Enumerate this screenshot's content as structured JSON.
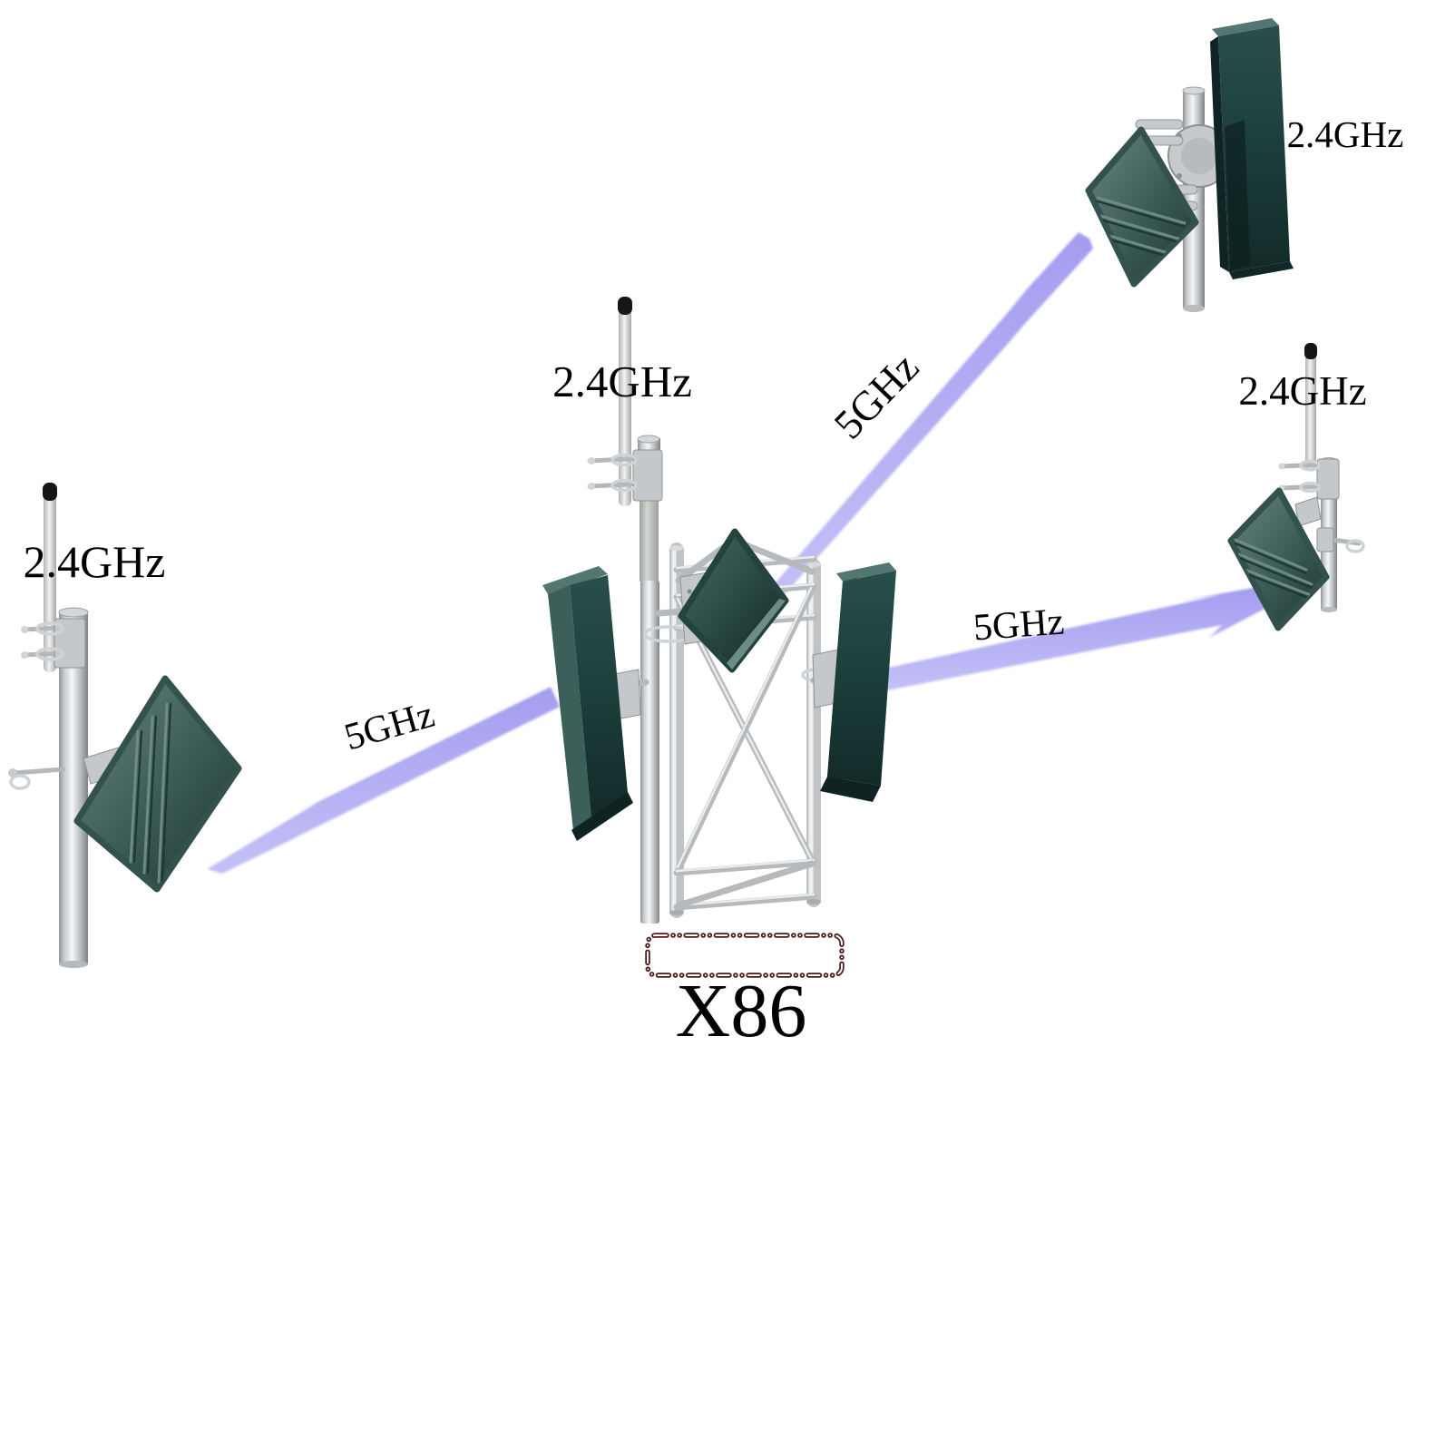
{
  "diagram": {
    "type": "wireless-network-topology",
    "colors": {
      "background": "#ffffff",
      "link_beam": "#aea8ef",
      "antenna_dark_teal": "#1e3e3a",
      "antenna_teal_highlight": "#6d8a83",
      "metal_silver": "#c6c9cb",
      "x86_box_border": "#4e1a18",
      "label_text": "#000000"
    },
    "sites": {
      "left": {
        "label": "2.4GHz"
      },
      "center": {
        "label": "2.4GHz",
        "device_label": "X86"
      },
      "top_right": {
        "label": "2.4GHz"
      },
      "mid_right": {
        "label": "2.4GHz"
      }
    },
    "links": {
      "to_left": {
        "label": "5GHz"
      },
      "to_top_right": {
        "label": "5GHz"
      },
      "to_mid_right": {
        "label": "5GHz"
      }
    }
  }
}
